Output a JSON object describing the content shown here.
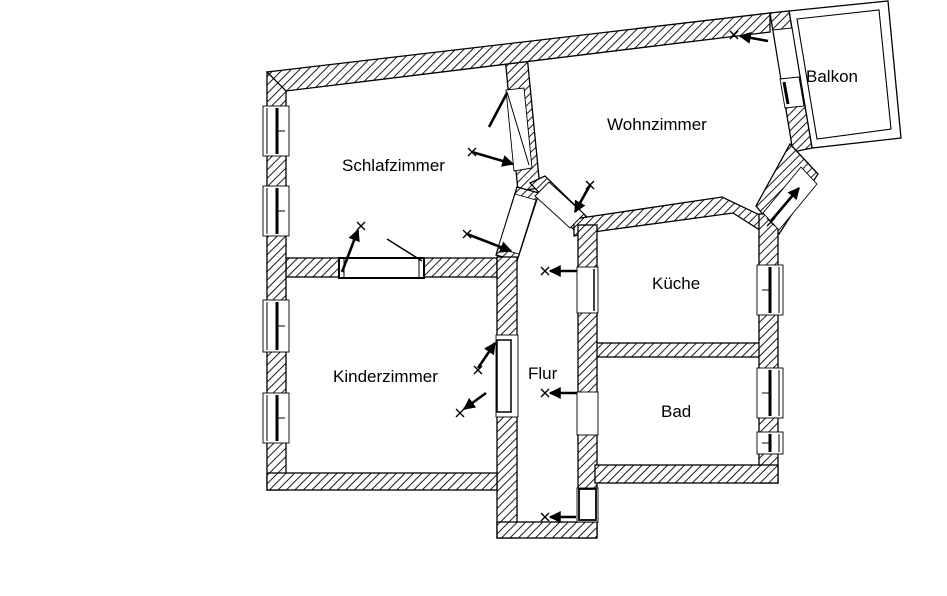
{
  "plan": {
    "background": "#ffffff",
    "line_color": "#000000",
    "rooms": {
      "schlafzimmer": {
        "label": "Schlafzimmer"
      },
      "wohnzimmer": {
        "label": "Wohnzimmer"
      },
      "balkon": {
        "label": "Balkon"
      },
      "kueche": {
        "label": "Küche"
      },
      "kinderzimmer": {
        "label": "Kinderzimmer"
      },
      "flur": {
        "label": "Flur"
      },
      "bad": {
        "label": "Bad"
      }
    }
  }
}
